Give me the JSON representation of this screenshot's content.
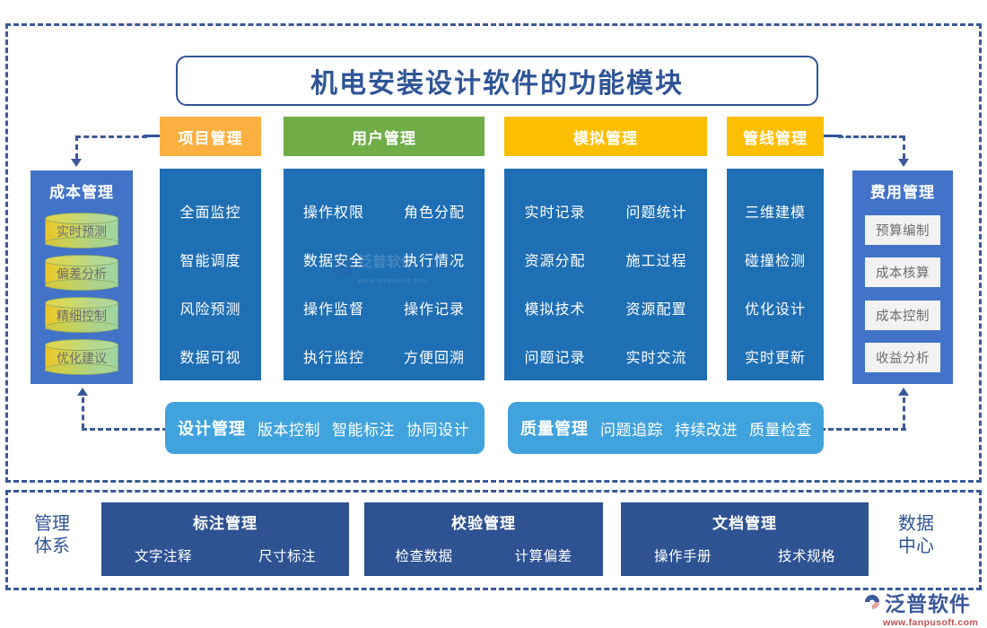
{
  "title": "机电安装设计软件的功能模块",
  "colors": {
    "title_blue": "#2f5597",
    "panel_blue": "#1f6fb4",
    "side_blue": "#4273c8",
    "bar_blue": "#41a3dd",
    "dark_navy": "#2e5292",
    "tab_orange": "#fbb040",
    "tab_green": "#70ad47",
    "tab_amber": "#fcbf00",
    "dash_blue": "#3b5998"
  },
  "tabs": [
    {
      "label": "项目管理",
      "color": "#fbb040"
    },
    {
      "label": "用户管理",
      "color": "#70ad47"
    },
    {
      "label": "模拟管理",
      "color": "#fcbf00"
    },
    {
      "label": "管线管理",
      "color": "#fcbf00"
    }
  ],
  "panels": [
    {
      "name": "项目管理",
      "columns": 1,
      "rows": [
        [
          "全面监控"
        ],
        [
          "智能调度"
        ],
        [
          "风险预测"
        ],
        [
          "数据可视"
        ]
      ]
    },
    {
      "name": "用户管理",
      "columns": 2,
      "rows": [
        [
          "操作权限",
          "角色分配"
        ],
        [
          "数据安全",
          "执行情况"
        ],
        [
          "操作监督",
          "操作记录"
        ],
        [
          "执行监控",
          "方便回溯"
        ]
      ]
    },
    {
      "name": "模拟管理",
      "columns": 2,
      "rows": [
        [
          "实时记录",
          "问题统计"
        ],
        [
          "资源分配",
          "施工过程"
        ],
        [
          "模拟技术",
          "资源配置"
        ],
        [
          "问题记录",
          "实时交流"
        ]
      ]
    },
    {
      "name": "管线管理",
      "columns": 1,
      "rows": [
        [
          "三维建模"
        ],
        [
          "碰撞检测"
        ],
        [
          "优化设计"
        ],
        [
          "实时更新"
        ]
      ]
    }
  ],
  "side_left": {
    "title": "成本管理",
    "items": [
      "实时预测",
      "偏差分析",
      "精细控制",
      "优化建议"
    ]
  },
  "side_right": {
    "title": "费用管理",
    "items": [
      "预算编制",
      "成本核算",
      "成本控制",
      "收益分析"
    ]
  },
  "bars": [
    {
      "head": "设计管理",
      "items": [
        "版本控制",
        "智能标注",
        "协同设计"
      ]
    },
    {
      "head": "质量管理",
      "items": [
        "问题追踪",
        "持续改进",
        "质量检查"
      ]
    }
  ],
  "bottom": {
    "left_label": "管理\n体系",
    "left_label_line1": "管理",
    "left_label_line2": "体系",
    "right_label_line1": "数据",
    "right_label_line2": "中心",
    "boxes": [
      {
        "title": "标注管理",
        "items": [
          "文字注释",
          "尺寸标注"
        ]
      },
      {
        "title": "校验管理",
        "items": [
          "检查数据",
          "计算偏差"
        ]
      },
      {
        "title": "文档管理",
        "items": [
          "操作手册",
          "技术规格"
        ]
      }
    ]
  },
  "watermark": {
    "brand": "泛普软件",
    "url": "www.fanpusoft.com"
  }
}
